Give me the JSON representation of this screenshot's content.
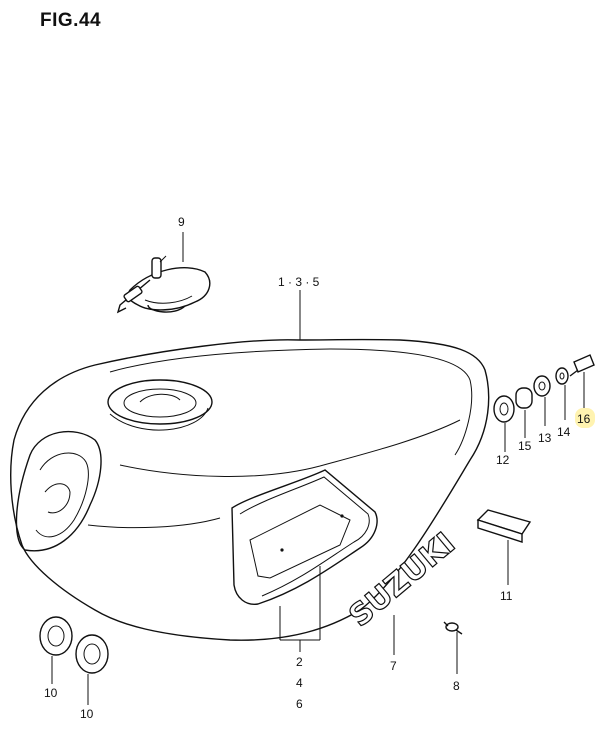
{
  "figure": {
    "title": "FIG.44"
  },
  "callouts": {
    "tank": "1 · 3 · 5",
    "cap": "9",
    "stripe": [
      "2",
      "4",
      "6"
    ],
    "emblem": "7",
    "screw": "8",
    "cushion_a": "10",
    "cushion_b": "10",
    "pad": "11",
    "grommet": "12",
    "spacer": "15",
    "washer": "13",
    "washer2": "14",
    "bolt": "16"
  },
  "emblem_text": "SUZUKI",
  "colors": {
    "ink": "#111111",
    "highlight": "#fff3b0"
  }
}
